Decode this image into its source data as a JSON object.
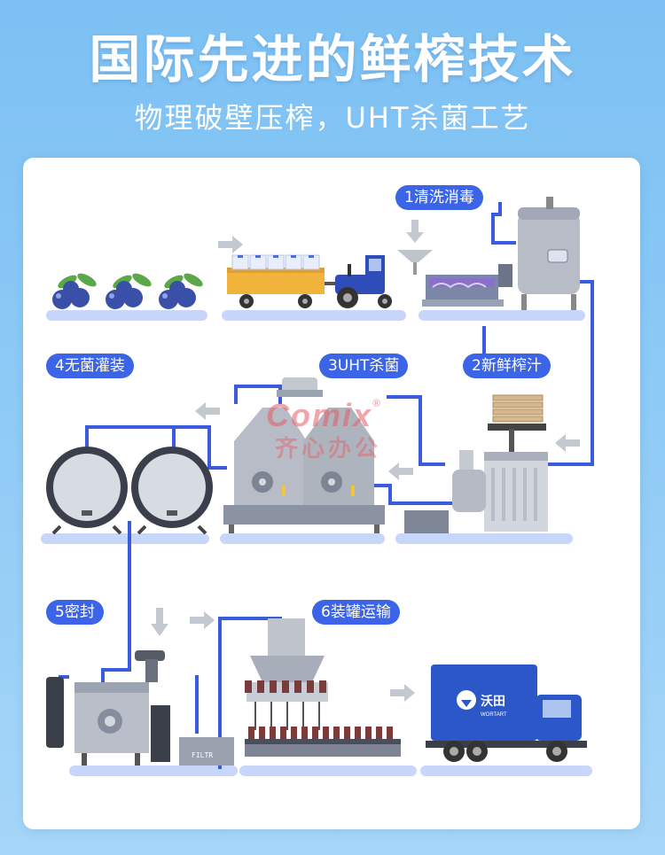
{
  "header": {
    "title": "国际先进的鲜榨技术",
    "subtitle": "物理破壁压榨，UHT杀菌工艺"
  },
  "steps": [
    {
      "label": "1清洗消毒"
    },
    {
      "label": "2新鲜榨汁"
    },
    {
      "label": "3UHT杀菌"
    },
    {
      "label": "4无菌灌装"
    },
    {
      "label": "5密封"
    },
    {
      "label": "6装罐运输"
    }
  ],
  "watermark": {
    "en": "Comix",
    "reg": "®",
    "cn": "齐心办公"
  },
  "truck": {
    "brand": "沃田",
    "brand_en": "WORTART"
  },
  "machine": {
    "filter_label": "FILTR"
  },
  "colors": {
    "accent": "#3b64e6",
    "pipe": "#3a5bdc",
    "shelf": "#c9d6fb"
  }
}
